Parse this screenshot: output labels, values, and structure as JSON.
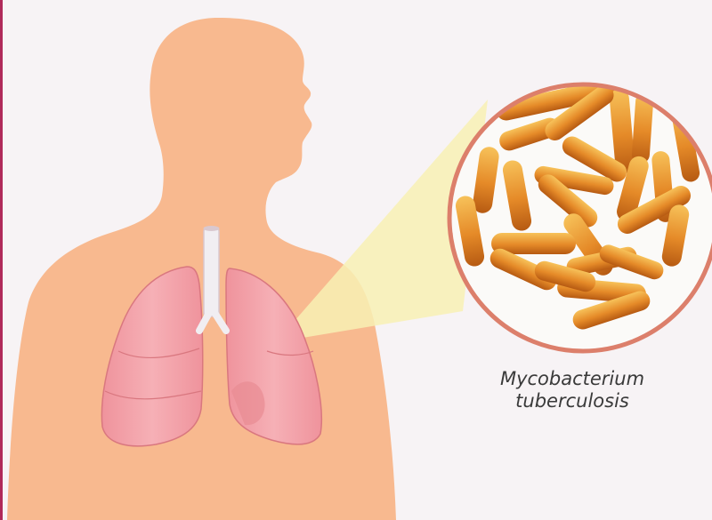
{
  "caption": {
    "line1": "Mycobacterium",
    "line2": "tuberculosis"
  },
  "colors": {
    "background": "#f7f3f5",
    "skin": "#f8b98f",
    "lung": "#f3a4ac",
    "lung_edge": "#d9777f",
    "trachea": "#f1eef2",
    "magnifier_beam": "#f8f0b4",
    "lens_ring": "#dc7f6b",
    "bacillus_light": "#f7b444",
    "bacillus_dark": "#c46314",
    "border_accent": "#b02a5a"
  },
  "icons": {
    "figure": "human-silhouette",
    "lungs": "lungs-illustration",
    "magnifier": "magnifier-circle",
    "bacteria": "rod-bacilli"
  }
}
